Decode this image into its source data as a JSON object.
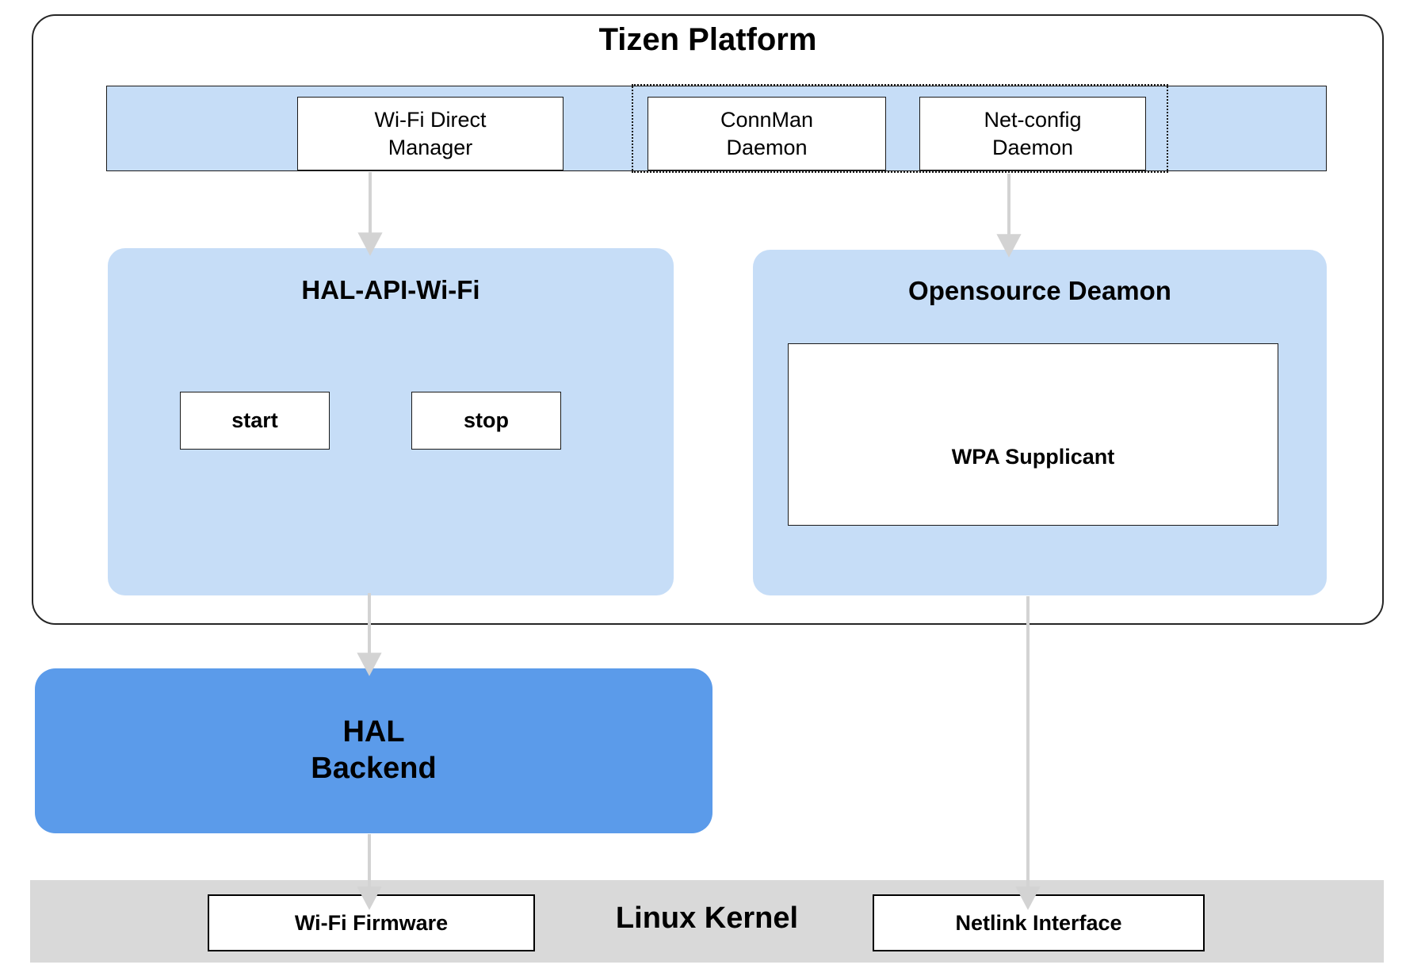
{
  "diagram": {
    "title": "Tizen Platform",
    "platform": {
      "title": "Tizen Platform",
      "services": [
        {
          "id": "wifi-direct-manager",
          "label": "Wi-Fi Direct\nManager"
        },
        {
          "id": "connman-daemon",
          "label": "ConnMan\nDaemon"
        },
        {
          "id": "net-config-daemon",
          "label": "Net-config\nDaemon"
        }
      ],
      "dotted_group_members": [
        "connman-daemon",
        "net-config-daemon"
      ],
      "panels": [
        {
          "id": "hal-api-wifi",
          "title": "HAL-API-Wi-Fi",
          "items": [
            {
              "id": "start",
              "label": "start"
            },
            {
              "id": "stop",
              "label": "stop"
            }
          ]
        },
        {
          "id": "opensource-deamon",
          "title": "Opensource Deamon",
          "items": [
            {
              "id": "wpa-supplicant",
              "label": "WPA Supplicant"
            }
          ]
        }
      ]
    },
    "hal_backend": {
      "label": "HAL\nBackend"
    },
    "kernel": {
      "title": "Linux Kernel",
      "boxes": [
        {
          "id": "wifi-firmware",
          "label": "Wi-Fi Firmware"
        },
        {
          "id": "netlink-interface",
          "label": "Netlink Interface"
        }
      ]
    },
    "connections": [
      {
        "from": "wifi-direct-manager",
        "to": "hal-api-wifi"
      },
      {
        "from": "net-config-daemon",
        "to": "opensource-deamon"
      },
      {
        "from": "hal-api-wifi",
        "to": "hal-backend"
      },
      {
        "from": "hal-backend",
        "to": "wifi-firmware"
      },
      {
        "from": "opensource-deamon",
        "to": "netlink-interface"
      }
    ],
    "colors": {
      "light_blue": "#c6ddf7",
      "hal_backend_blue": "#5b9bea",
      "kernel_gray": "#d9d9d9",
      "arrow_gray": "#d3d3d3",
      "outline": "#262626"
    }
  }
}
